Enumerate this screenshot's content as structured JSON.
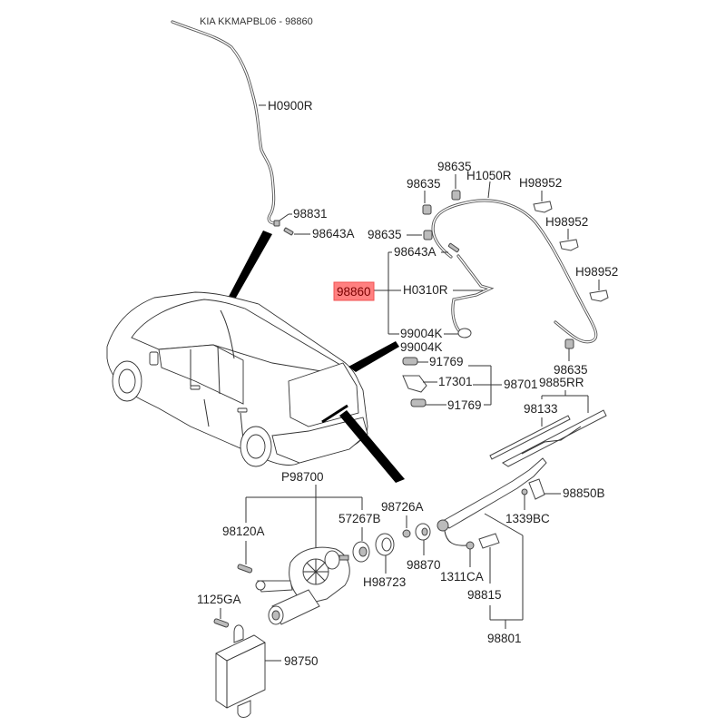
{
  "header": {
    "title": "KIA KKMAPBL06 - 98860"
  },
  "highlight": {
    "part_number": "98860",
    "color": "#ff6b6b"
  },
  "parts": {
    "h0900r": "H0900R",
    "p98831": "98831",
    "p98643a_top": "98643A",
    "p98635_a": "98635",
    "p98635_b": "98635",
    "p98635_c": "98635",
    "h1050r": "H1050R",
    "h98952_a": "H98952",
    "h98952_b": "H98952",
    "h98952_c": "H98952",
    "p98643a": "98643A",
    "h0310r": "H0310R",
    "p99004k_a": "99004K",
    "p99004k_b": "99004K",
    "p91769_a": "91769",
    "p17301": "17301",
    "p91769_b": "91769",
    "p98701": "98701",
    "p98635_d": "98635",
    "p9885rr": "9885RR",
    "p98133": "98133",
    "p98850b": "98850B",
    "p1339bc": "1339BC",
    "p98700": "P98700",
    "p98120a": "98120A",
    "p57267b": "57267B",
    "p98726a": "98726A",
    "p98870": "98870",
    "h98723": "H98723",
    "p1311ca": "1311CA",
    "p98815": "98815",
    "p98801": "98801",
    "p1125ga": "1125GA",
    "p98750": "98750"
  }
}
